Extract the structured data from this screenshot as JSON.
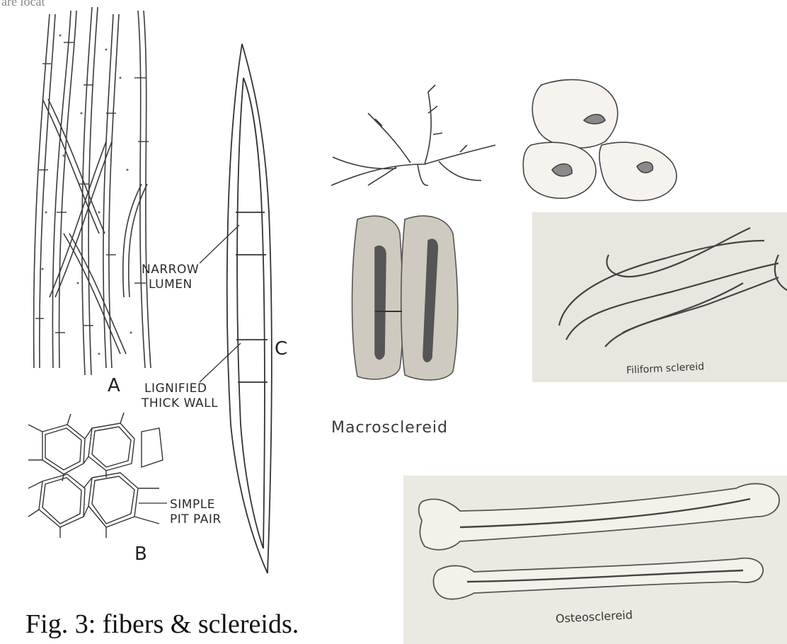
{
  "figure": {
    "top_fragment": "are locat",
    "caption": "Fig. 3: fibers & sclereids.",
    "labels": {
      "narrow_lumen_1": "NARROW",
      "narrow_lumen_2": "LUMEN",
      "lignified_1": "LIGNIFIED",
      "lignified_2": "THICK WALL",
      "simple_pit_1": "SIMPLE",
      "simple_pit_2": "PIT PAIR",
      "letter_a": "A",
      "letter_b": "B",
      "letter_c": "C"
    },
    "sclereid_types": {
      "macrosclereid": "Macrosclereid",
      "filiform": "Filiform sclereid",
      "osteosclereid": "Osteosclereid"
    }
  }
}
